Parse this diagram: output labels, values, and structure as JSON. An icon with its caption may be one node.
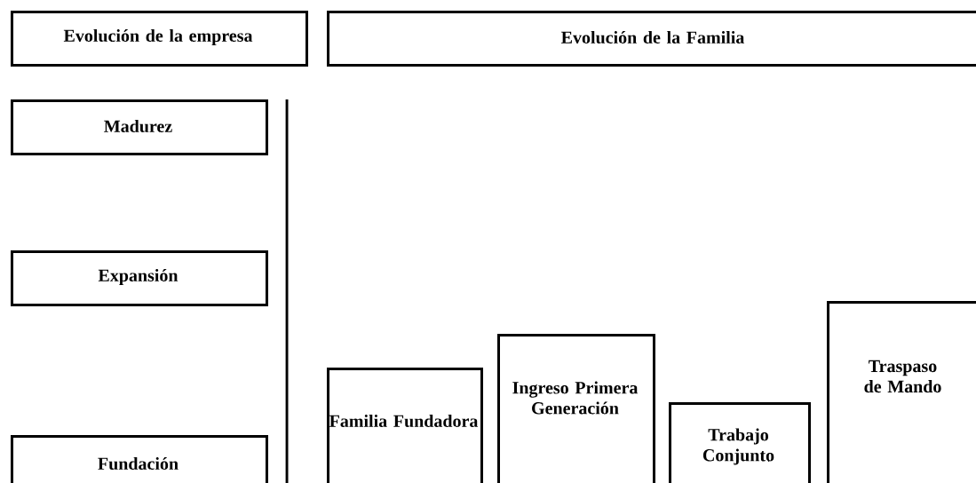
{
  "diagram": {
    "nodes": [
      {
        "text": [
          "Evolución de la empresa"
        ]
      },
      {
        "text": [
          "Evolución de la Familia"
        ]
      },
      {
        "text": [
          "Madurez"
        ]
      },
      {
        "text": [
          "Expansión"
        ]
      },
      {
        "text": [
          "Fundación"
        ]
      },
      {
        "text": [
          "Familia Fundadora"
        ]
      },
      {
        "text": [
          "Ingreso Primera Generación"
        ]
      },
      {
        "text": [
          "Trabajo Conjunto"
        ]
      },
      {
        "text": [
          "Traspaso de Mando"
        ]
      }
    ]
  }
}
